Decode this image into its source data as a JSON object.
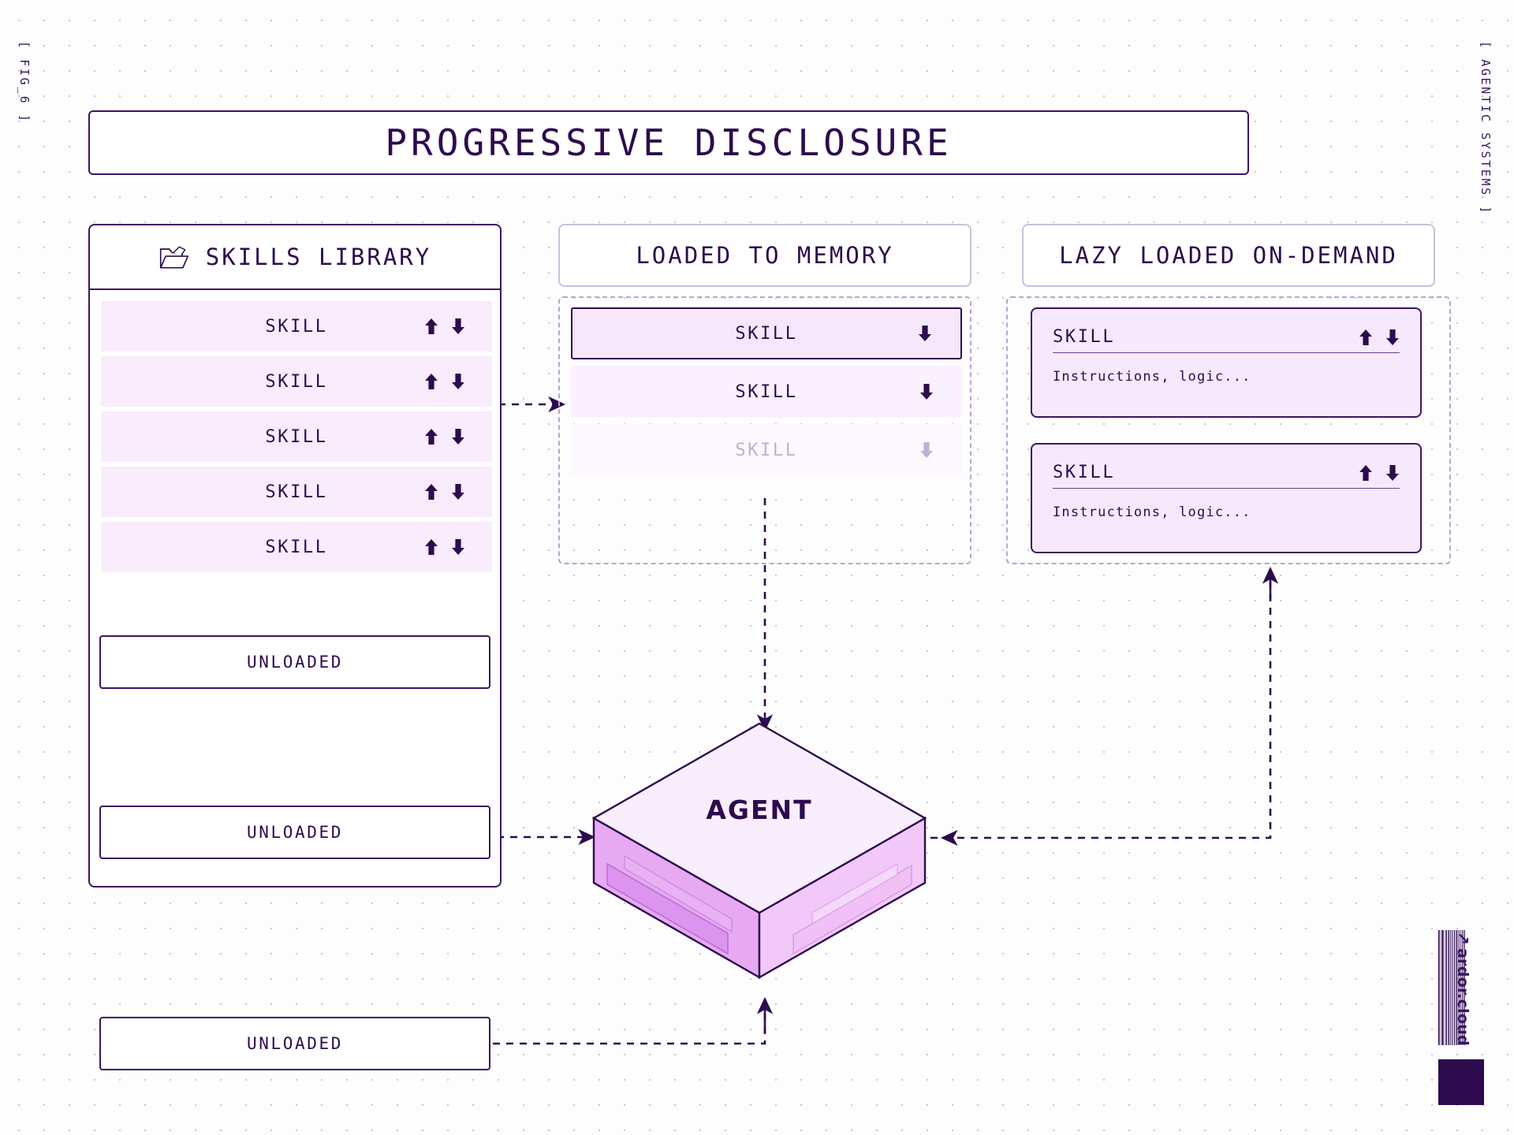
{
  "rails": {
    "left": "[ FIG_6 ]",
    "right": "[ AGENTIC SYSTEMS ]"
  },
  "title": "PROGRESSIVE DISCLOSURE",
  "colors": {
    "ink": "#2d0b4e",
    "stroke": "#3b1561",
    "fill_light": "#f8ecfd",
    "fill_ghost": "#fdf7ff",
    "muted": "#c2aed3",
    "dash": "#b9a4cd"
  },
  "icons": {
    "folder": "folder-open-icon",
    "arrow_up": "arrow-up-icon",
    "arrow_down": "arrow-down-icon",
    "brand_mark": "arrow-up-right-icon"
  },
  "skills_library": {
    "heading": "SKILLS LIBRARY",
    "rows": [
      {
        "label": "SKILL",
        "up": true,
        "down": true
      },
      {
        "label": "SKILL",
        "up": true,
        "down": true
      },
      {
        "label": "SKILL",
        "up": true,
        "down": true
      },
      {
        "label": "SKILL",
        "up": true,
        "down": true
      },
      {
        "label": "SKILL",
        "up": true,
        "down": true
      }
    ],
    "unloaded_inside_top": "UNLOADED",
    "unloaded_inside_bottom": "UNLOADED"
  },
  "loaded_to_memory": {
    "heading": "LOADED TO MEMORY",
    "rows": [
      {
        "label": "SKILL",
        "state": "active",
        "down": true
      },
      {
        "label": "SKILL",
        "state": "mid",
        "down": true
      },
      {
        "label": "SKILL",
        "state": "ghost",
        "down": true
      }
    ]
  },
  "lazy_loaded": {
    "heading": "LAZY LOADED ON-DEMAND",
    "cards": [
      {
        "label": "SKILL",
        "desc": "Instructions, logic...",
        "up": true,
        "down": true
      },
      {
        "label": "SKILL",
        "desc": "Instructions, logic...",
        "up": true,
        "down": true
      }
    ]
  },
  "agent": {
    "label": "AGENT"
  },
  "unloaded_external": {
    "label": "UNLOADED"
  },
  "footer": {
    "brand": "ardor.cloud"
  }
}
